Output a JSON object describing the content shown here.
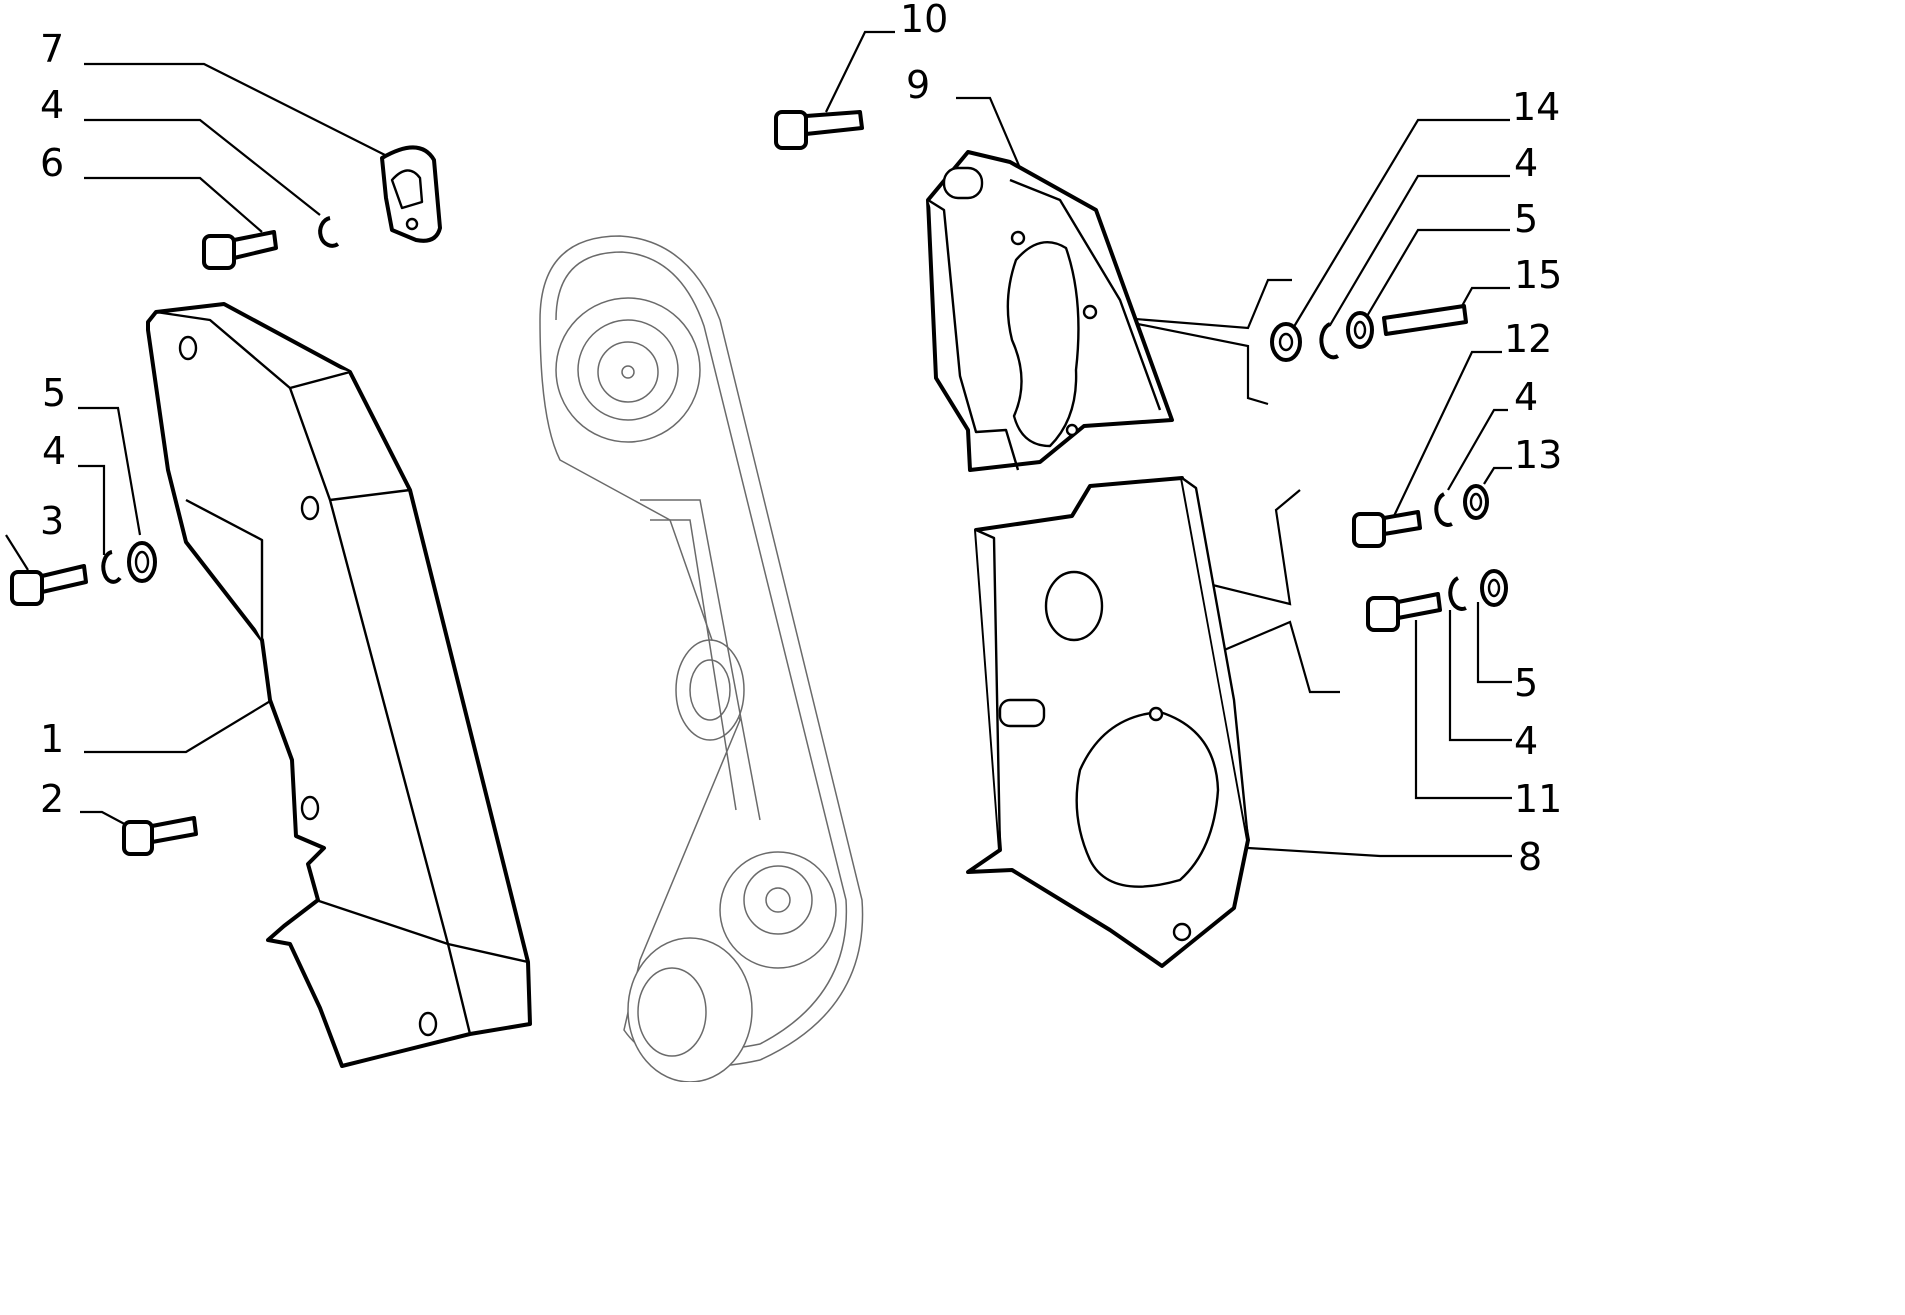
{
  "callouts": [
    {
      "id": "c7",
      "text": "7"
    },
    {
      "id": "c4a",
      "text": "4"
    },
    {
      "id": "c6",
      "text": "6"
    },
    {
      "id": "c5a",
      "text": "5"
    },
    {
      "id": "c4b",
      "text": "4"
    },
    {
      "id": "c3",
      "text": "3"
    },
    {
      "id": "c1",
      "text": "1"
    },
    {
      "id": "c2",
      "text": "2"
    },
    {
      "id": "c10",
      "text": "10"
    },
    {
      "id": "c9",
      "text": "9"
    },
    {
      "id": "c14",
      "text": "14"
    },
    {
      "id": "c4c",
      "text": "4"
    },
    {
      "id": "c5b",
      "text": "5"
    },
    {
      "id": "c15",
      "text": "15"
    },
    {
      "id": "c12",
      "text": "12"
    },
    {
      "id": "c4d",
      "text": "4"
    },
    {
      "id": "c13",
      "text": "13"
    },
    {
      "id": "c5c",
      "text": "5"
    },
    {
      "id": "c4e",
      "text": "4"
    },
    {
      "id": "c11",
      "text": "11"
    },
    {
      "id": "c8",
      "text": "8"
    }
  ]
}
